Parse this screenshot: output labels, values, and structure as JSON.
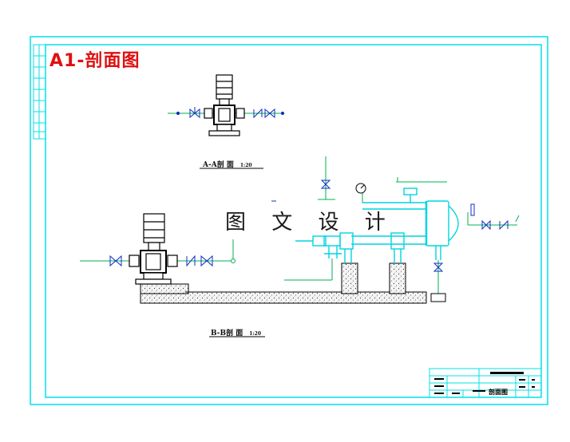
{
  "sheet_title": "A1-剖面图",
  "watermark": "图 文 设 计",
  "sections": [
    {
      "label": "A-A剖 面",
      "scale": "1:20"
    },
    {
      "label": "B-B剖 面",
      "scale": "1:20"
    }
  ],
  "title_block": {
    "drawing_name": "剖面图"
  },
  "colors": {
    "border": "#00e0e8",
    "pipe": "#00d4e0",
    "valve_line": "#00b050",
    "valve_mark": "#1030c0",
    "equipment": "#000000",
    "title": "#e01010",
    "concrete_fill": "#f4f4f4"
  }
}
